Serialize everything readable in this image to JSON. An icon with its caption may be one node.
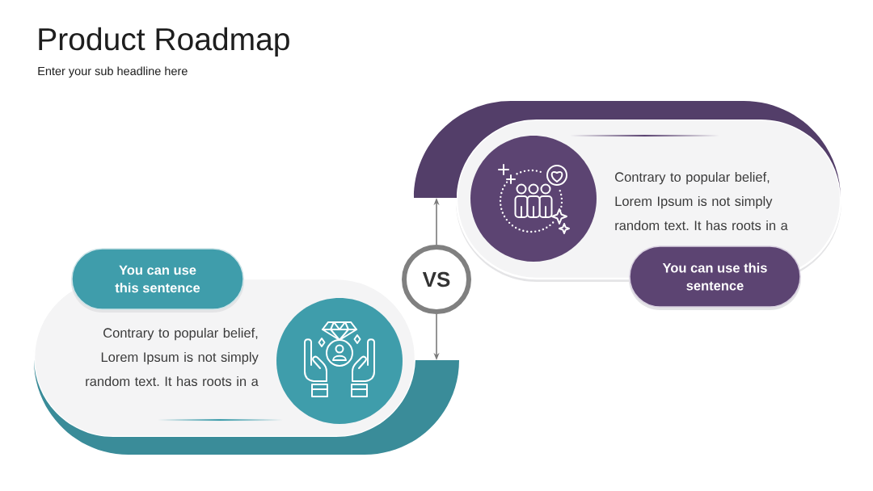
{
  "diagram": {
    "title": "Product Roadmap",
    "nodes": [
      {
        "text": [],
        "shape": "band"
      },
      {
        "text": [
          "Contrary to popular belief, Lorem Ipsum is not simply random text. It has roots in a"
        ]
      },
      {
        "text": [
          "You can use this sentence"
        ]
      },
      {
        "text": [
          "VS"
        ]
      },
      {
        "text": [
          "You can use this sentence"
        ]
      },
      {
        "text": [
          "Contrary to popular belief, Lorem Ipsum is not simply random text. It has roots in a"
        ]
      },
      {
        "text": [],
        "shape": "band"
      }
    ],
    "edges": [
      {
        "from": 3,
        "to": 0,
        "arrow": "to"
      },
      {
        "from": 3,
        "to": 6,
        "arrow": "to"
      }
    ],
    "labels": [
      "Enter your sub headline here"
    ]
  }
}
